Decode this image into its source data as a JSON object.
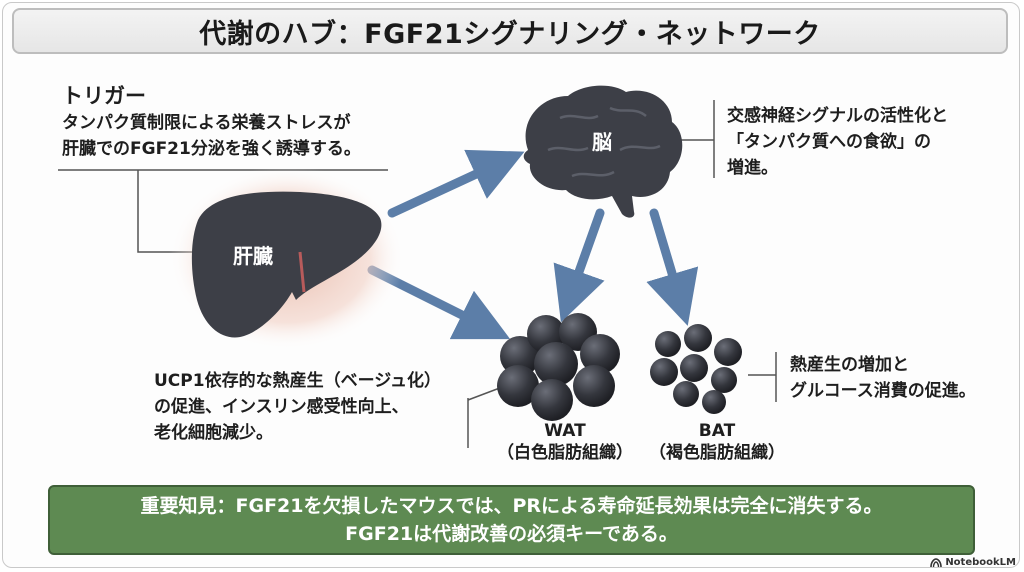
{
  "title": "代謝のハブ：FGF21シグナリング・ネットワーク",
  "trigger": {
    "heading": "トリガー",
    "line1": "タンパク質制限による栄養ストレスが",
    "line2": "肝臓でのFGF21分泌を強く誘導する。"
  },
  "organs": {
    "liver": "肝臓",
    "brain": "脳"
  },
  "brain_note": {
    "line1": "交感神経シグナルの活性化と",
    "line2": "「タンパク質への食欲」の",
    "line3": "増進。"
  },
  "wat": {
    "name": "WAT",
    "full": "（白色脂肪組織）",
    "note_line1": "UCP1依存的な熱産生（ベージュ化）",
    "note_line2": "の促進、インスリン感受性向上、",
    "note_line3": "老化細胞減少。"
  },
  "bat": {
    "name": "BAT",
    "full": "（褐色脂肪組織）",
    "note_line1": "熱産生の増加と",
    "note_line2": "グルコース消費の促進。"
  },
  "finding": {
    "line1": "重要知見：FGF21を欠損したマウスでは、PRによる寿命延長効果は完全に消失する。",
    "line2": "FGF21は代謝改善の必須キーである。"
  },
  "brand": "NotebookLM",
  "colors": {
    "organ": "#3d3f47",
    "arrow": "#5c7ea8",
    "finding_bg": "#5e8a52",
    "liver_glow": "#e7b7a6"
  }
}
